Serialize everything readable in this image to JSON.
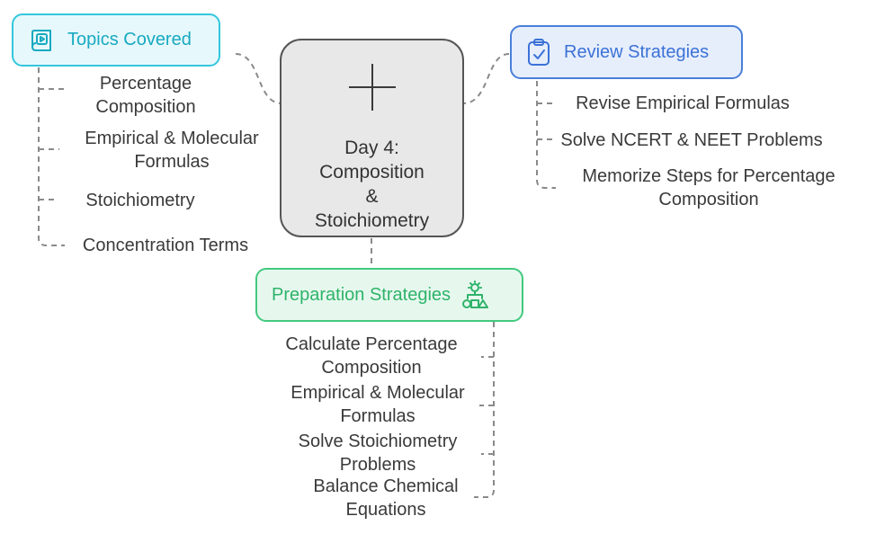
{
  "center": {
    "title_lines": [
      "Day 4:",
      "Composition",
      "&",
      "Stoichiometry"
    ]
  },
  "topics": {
    "label": "Topics Covered",
    "items": [
      [
        "Percentage",
        "Composition"
      ],
      [
        "Empirical & Molecular",
        "Formulas"
      ],
      [
        "Stoichiometry"
      ],
      [
        "Concentration Terms"
      ]
    ]
  },
  "review": {
    "label": "Review Strategies",
    "items": [
      [
        "Revise Empirical Formulas"
      ],
      [
        "Solve NCERT & NEET Problems"
      ],
      [
        "Memorize Steps for Percentage",
        "Composition"
      ]
    ]
  },
  "preparation": {
    "label": "Preparation Strategies",
    "items": [
      [
        "Calculate Percentage",
        "Composition"
      ],
      [
        "Empirical & Molecular",
        "Formulas"
      ],
      [
        "Solve Stoichiometry",
        "Problems"
      ],
      [
        "Balance Chemical",
        "Equations"
      ]
    ]
  },
  "colors": {
    "topics": "#33c6dd",
    "review": "#4a7fd9",
    "preparation": "#42c97f",
    "center": "#555555"
  },
  "icons": {
    "topics": "video-book-icon",
    "review": "clipboard-check-icon",
    "preparation": "idea-shapes-icon",
    "center": "plus-icon"
  }
}
